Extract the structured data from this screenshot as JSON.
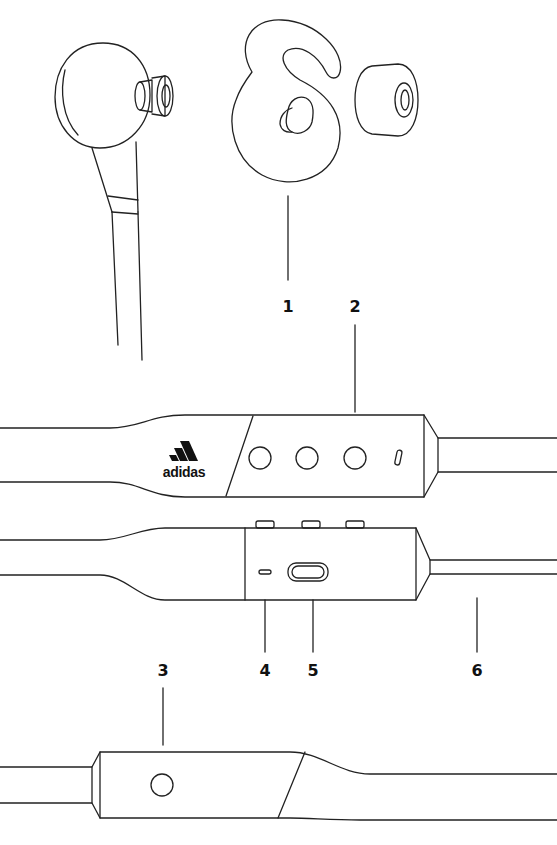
{
  "diagram": {
    "labels": [
      "1",
      "2",
      "3",
      "4",
      "5",
      "6",
      "adidas"
    ]
  }
}
